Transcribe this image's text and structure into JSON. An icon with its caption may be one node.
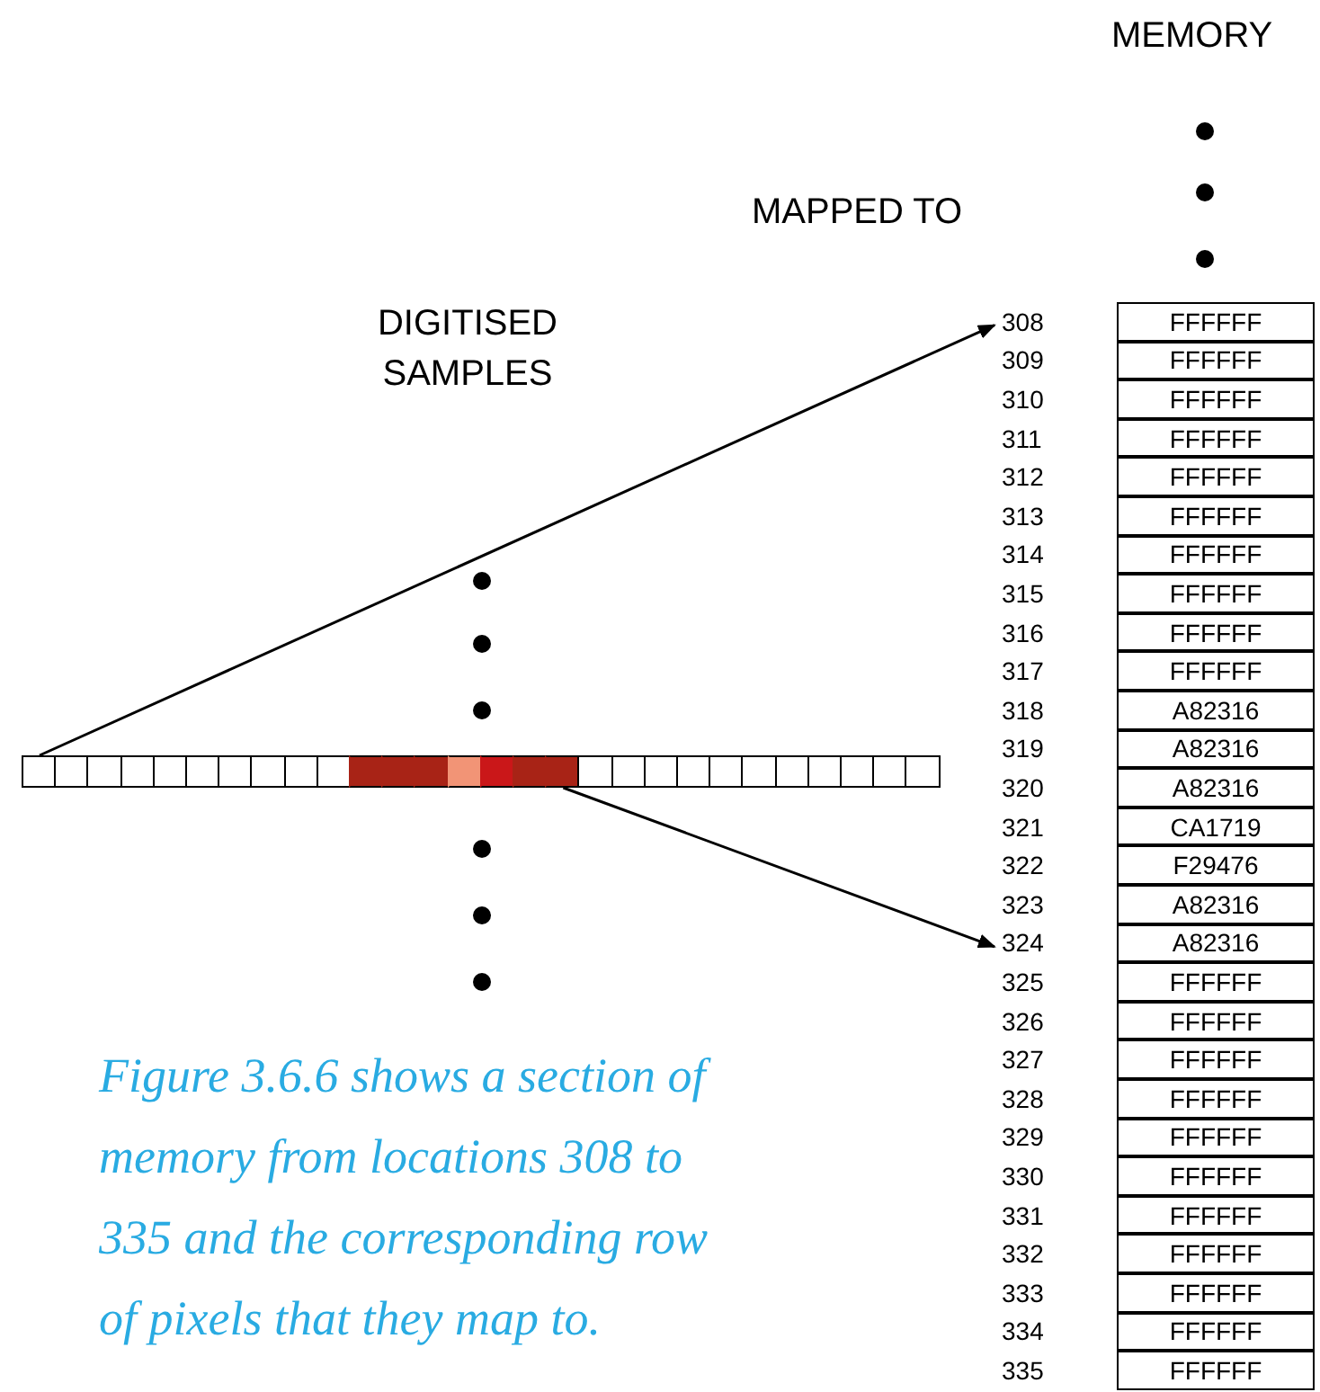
{
  "diagram": {
    "caption": "Figure 3.6.6 shows a section of memory from locations 308 to 335 and the corresponding row of pixels that they map to.",
    "nodes": [
      {
        "text": [
          "FFFFFF"
        ],
        "beside": [
          "308"
        ]
      },
      {
        "text": [
          "FFFFFF"
        ],
        "beside": [
          "309"
        ]
      },
      {
        "text": [
          "FFFFFF"
        ],
        "beside": [
          "310"
        ]
      },
      {
        "text": [
          "FFFFFF"
        ],
        "beside": [
          "311"
        ]
      },
      {
        "text": [
          "FFFFFF"
        ],
        "beside": [
          "312"
        ]
      },
      {
        "text": [
          "FFFFFF"
        ],
        "beside": [
          "313"
        ]
      },
      {
        "text": [
          "FFFFFF"
        ],
        "beside": [
          "314"
        ]
      },
      {
        "text": [
          "FFFFFF"
        ],
        "beside": [
          "315"
        ]
      },
      {
        "text": [
          "FFFFFF"
        ],
        "beside": [
          "316"
        ]
      },
      {
        "text": [
          "FFFFFF"
        ],
        "beside": [
          "317"
        ]
      },
      {
        "text": [
          "A82316"
        ],
        "beside": [
          "318"
        ]
      },
      {
        "text": [
          "A82316"
        ],
        "beside": [
          "319"
        ]
      },
      {
        "text": [
          "A82316"
        ],
        "beside": [
          "320"
        ]
      },
      {
        "text": [
          "CA1719"
        ],
        "beside": [
          "321"
        ]
      },
      {
        "text": [
          "F29476"
        ],
        "beside": [
          "322"
        ]
      },
      {
        "text": [
          "A82316"
        ],
        "beside": [
          "323"
        ]
      },
      {
        "text": [
          "A82316"
        ],
        "beside": [
          "324"
        ]
      },
      {
        "text": [
          "FFFFFF"
        ],
        "beside": [
          "325"
        ]
      },
      {
        "text": [
          "FFFFFF"
        ],
        "beside": [
          "326"
        ]
      },
      {
        "text": [
          "FFFFFF"
        ],
        "beside": [
          "327"
        ]
      },
      {
        "text": [
          "FFFFFF"
        ],
        "beside": [
          "328"
        ]
      },
      {
        "text": [
          "FFFFFF"
        ],
        "beside": [
          "329"
        ]
      },
      {
        "text": [
          "FFFFFF"
        ],
        "beside": [
          "330"
        ]
      },
      {
        "text": [
          "FFFFFF"
        ],
        "beside": [
          "331"
        ]
      },
      {
        "text": [
          "FFFFFF"
        ],
        "beside": [
          "332"
        ]
      },
      {
        "text": [
          "FFFFFF"
        ],
        "beside": [
          "333"
        ]
      },
      {
        "text": [
          "FFFFFF"
        ],
        "beside": [
          "334"
        ]
      },
      {
        "text": [
          "FFFFFF"
        ],
        "beside": [
          "335"
        ]
      },
      {
        "text": [],
        "shape": "box"
      },
      {
        "text": [],
        "shape": "box"
      },
      {
        "text": [],
        "shape": "box"
      },
      {
        "text": [],
        "shape": "box"
      },
      {
        "text": [],
        "shape": "box"
      },
      {
        "text": [],
        "shape": "box"
      },
      {
        "text": [],
        "shape": "box"
      },
      {
        "text": [],
        "shape": "box"
      },
      {
        "text": [],
        "shape": "box"
      },
      {
        "text": [],
        "shape": "box"
      },
      {
        "text": [],
        "shape": "box"
      },
      {
        "text": [],
        "shape": "box"
      },
      {
        "text": [],
        "shape": "box"
      },
      {
        "text": [],
        "shape": "box"
      },
      {
        "text": [],
        "shape": "box"
      },
      {
        "text": [],
        "shape": "box"
      },
      {
        "text": [],
        "shape": "box"
      },
      {
        "text": [],
        "shape": "box"
      },
      {
        "text": [],
        "shape": "box"
      },
      {
        "text": [],
        "shape": "box"
      },
      {
        "text": [],
        "shape": "box"
      },
      {
        "text": [],
        "shape": "box"
      },
      {
        "text": [],
        "shape": "box"
      },
      {
        "text": [],
        "shape": "box"
      },
      {
        "text": [],
        "shape": "box"
      },
      {
        "text": [],
        "shape": "box"
      },
      {
        "text": [],
        "shape": "box"
      },
      {
        "text": [],
        "shape": "box"
      }
    ],
    "edges": [
      {
        "from": 28,
        "to": 0,
        "arrow": "to"
      },
      {
        "from": 44,
        "to": 16,
        "arrow": "to"
      }
    ],
    "labels": [
      "MEMORY",
      "MAPPED TO",
      "DIGITISED SAMPLES"
    ]
  }
}
